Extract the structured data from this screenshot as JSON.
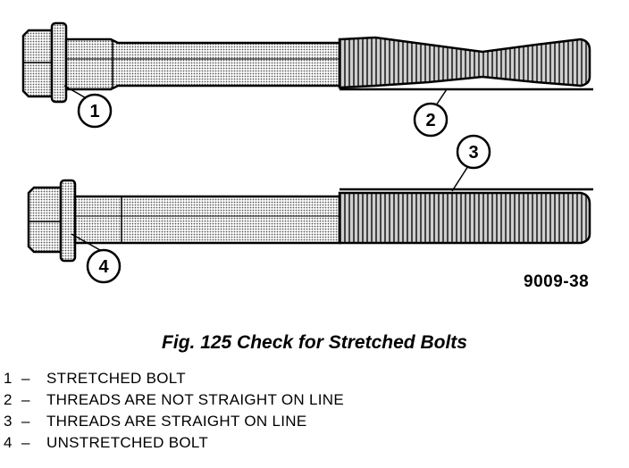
{
  "diagram": {
    "callouts": [
      "1",
      "2",
      "3",
      "4"
    ],
    "figure_id": "9009-38",
    "caption": "Fig. 125 Check for Stretched Bolts"
  },
  "legend": [
    {
      "num": "1",
      "dash": "–",
      "text": "STRETCHED BOLT"
    },
    {
      "num": "2",
      "dash": "–",
      "text": "THREADS ARE NOT STRAIGHT ON LINE"
    },
    {
      "num": "3",
      "dash": "–",
      "text": "THREADS ARE STRAIGHT ON LINE"
    },
    {
      "num": "4",
      "dash": "–",
      "text": "UNSTRETCHED BOLT"
    }
  ]
}
